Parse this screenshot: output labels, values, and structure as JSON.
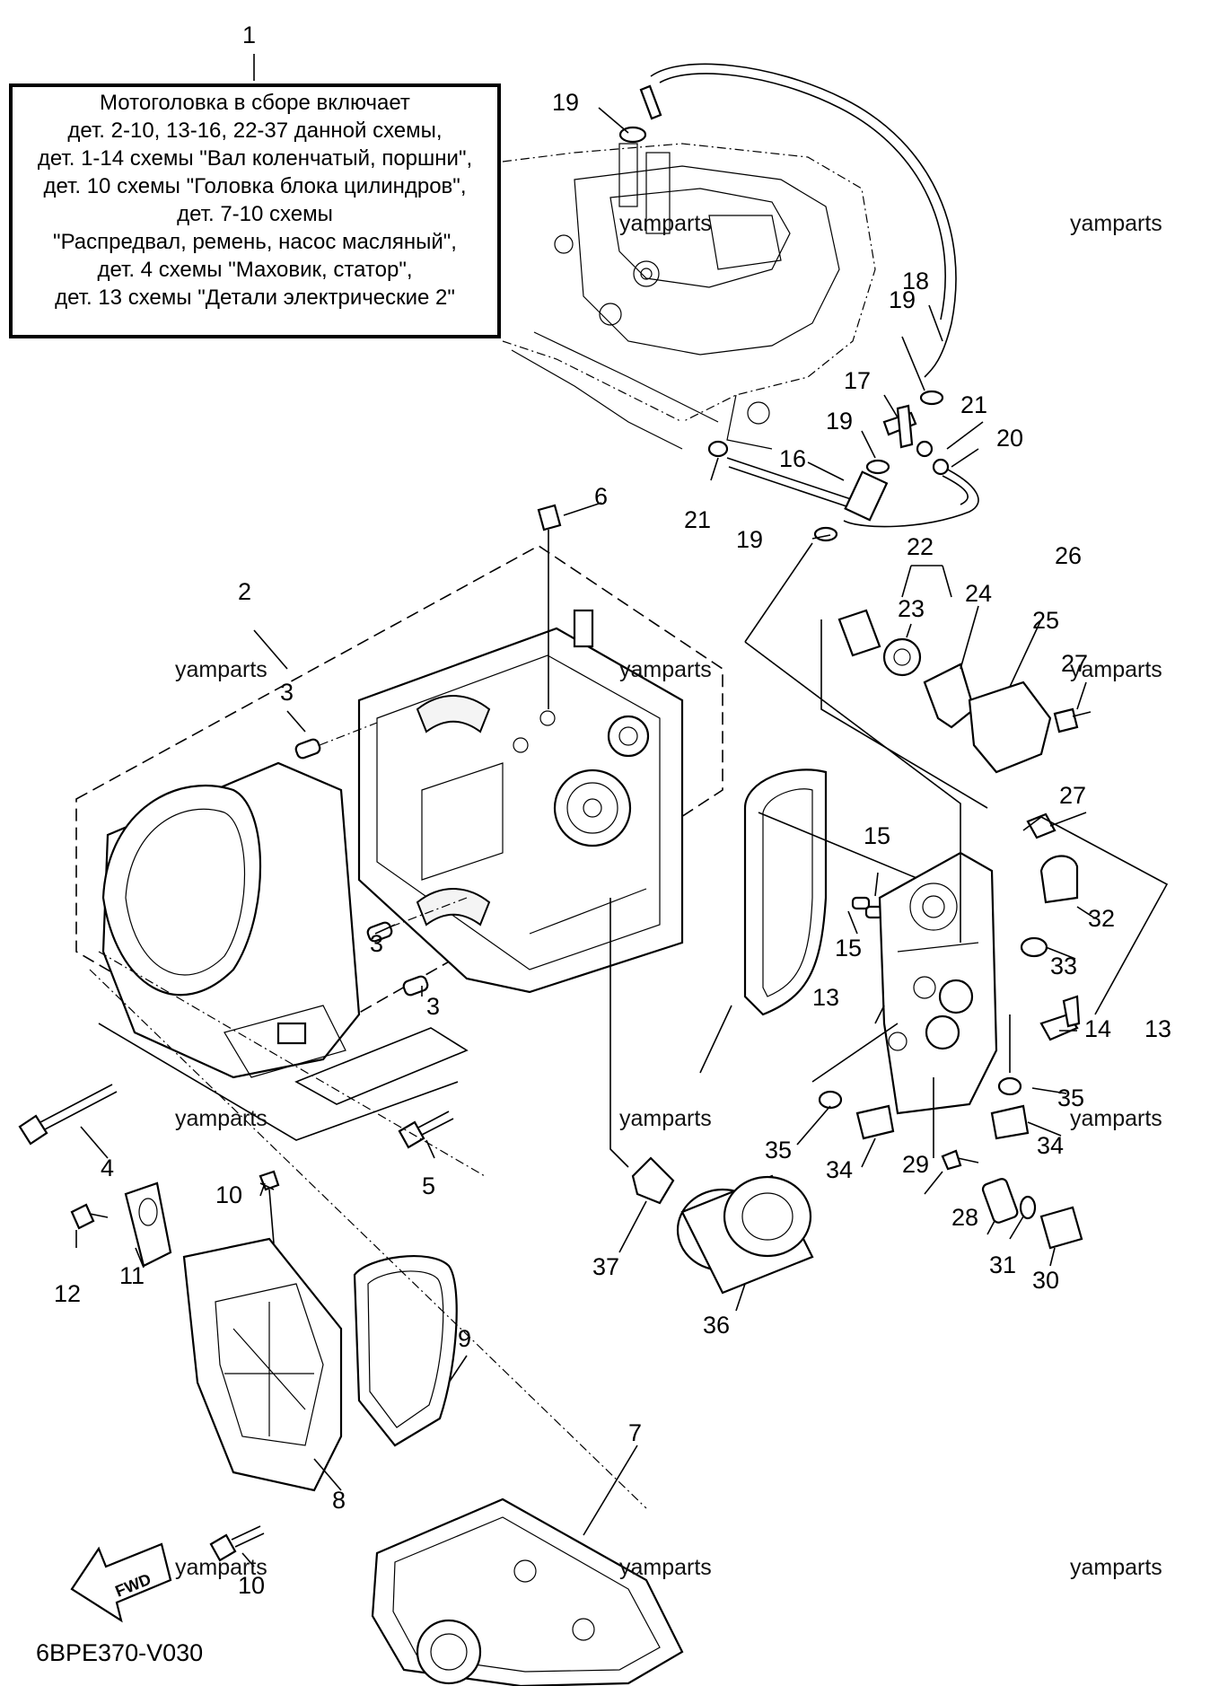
{
  "assembly_note": {
    "part_number": "1",
    "lines": [
      "Мотоголовка в сборе включает",
      "дет. 2-10, 13-16, 22-37 данной схемы,",
      "дет. 1-14 схемы \"Вал коленчатый, поршни\",",
      "дет. 10 схемы \"Головка блока цилиндров\",",
      "дет. 7-10 схемы",
      "\"Распредвал, ремень, насос масляный\",",
      "дет. 4 схемы \"Маховик, статор\",",
      "дет. 13 схемы \"Детали электрические 2\""
    ]
  },
  "watermark": "yamparts",
  "diagram_code": "6BPE370-V030",
  "fwd_label": "FWD",
  "callouts": [
    "2",
    "3",
    "3",
    "3",
    "4",
    "5",
    "6",
    "7",
    "8",
    "9",
    "10",
    "10",
    "11",
    "12",
    "13",
    "13",
    "14",
    "15",
    "15",
    "16",
    "17",
    "18",
    "19",
    "19",
    "19",
    "19",
    "20",
    "21",
    "21",
    "22",
    "23",
    "24",
    "25",
    "26",
    "27",
    "27",
    "28",
    "29",
    "30",
    "31",
    "32",
    "33",
    "34",
    "34",
    "35",
    "35",
    "36",
    "37"
  ]
}
